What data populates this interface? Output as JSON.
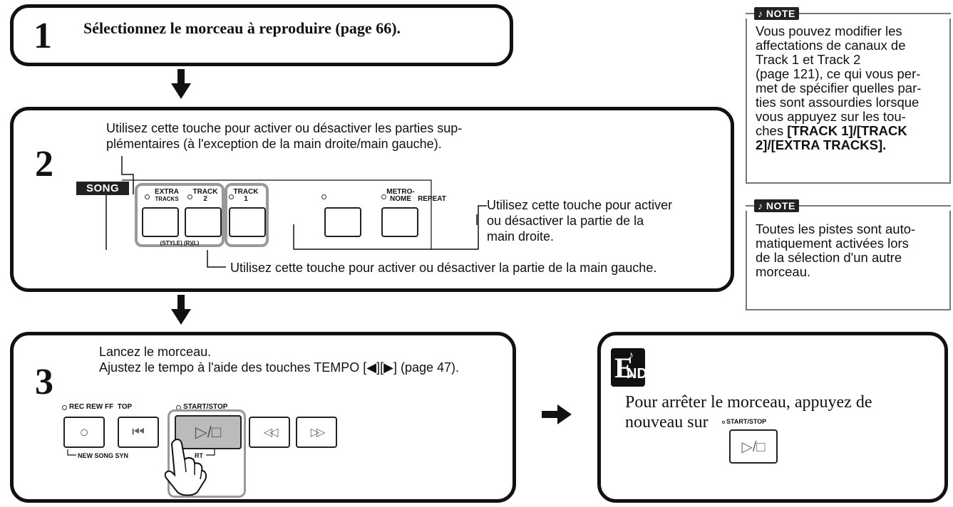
{
  "step1": {
    "number": "1",
    "text": "Sélectionnez le morceau à reproduire (page 66)."
  },
  "step2": {
    "number": "2",
    "intro_line1": "Utilisez cette touche pour activer ou désactiver les parties sup-",
    "intro_line2": "plémentaires (à l'exception de la main droite/main gauche).",
    "panel_label": "SONG",
    "buttons": {
      "extra_tracks_line1": "EXTRA",
      "extra_tracks_line2": "TRACKS",
      "track2_line1": "TRACK",
      "track2_line2": "2",
      "track1_line1": "TRACK",
      "track1_line2": "1",
      "metronome_line1": "METRO-",
      "metronome_line2": "NOME",
      "repeat": "REPEAT",
      "sublabel": "(STYLE) (R)(L)"
    },
    "right_note_line1": "Utilisez cette touche pour activer",
    "right_note_line2": "ou désactiver la partie de la",
    "right_note_line3": "main droite.",
    "left_note": "Utilisez cette touche pour activer ou désactiver la partie de la main gauche."
  },
  "step3": {
    "number": "3",
    "line1": "Lancez le morceau.",
    "line2_a": "Ajustez le tempo à l'aide des touches TEMPO [",
    "line2_b": "][",
    "line2_c": "] (page 47).",
    "panel_top_labels": "REC REW FF  TOP",
    "start_stop_label": "START/STOP",
    "new_song_label": "NEW SONG SYN",
    "start_frag": "RT",
    "keys": [
      "○",
      "⏮",
      "▷/□",
      "◁◁",
      "▷▷"
    ]
  },
  "end": {
    "badge_letter": "E",
    "badge_sub": "ND",
    "line1": "Pour arrêter le morceau, appuyez de",
    "line2": "nouveau sur",
    "button_label": "START/STOP",
    "button_symbol": "▷/□"
  },
  "note1": {
    "badge": "♪ NOTE",
    "lines": [
      "Vous pouvez modifier les",
      "affectations de canaux de",
      "Track 1 et Track 2",
      "(page 121), ce qui vous per-",
      "met de spécifier quelles par-",
      "ties sont assourdies lorsque",
      "vous appuyez sur les tou-"
    ],
    "bold_line_prefix": "ches ",
    "bold_line_a": "[TRACK 1]/[TRACK",
    "bold_line_b": "2]/[EXTRA TRACKS].",
    "bold_sep": "/"
  },
  "note2": {
    "badge": "♪ NOTE",
    "lines": [
      "Toutes les pistes sont auto-",
      "matiquement activées lors",
      "de la sélection d'un autre",
      "morceau."
    ]
  },
  "colors": {
    "frame": "#111111",
    "highlight": "#999999",
    "button_active": "#bbbbbb",
    "note_border": "#777777"
  }
}
